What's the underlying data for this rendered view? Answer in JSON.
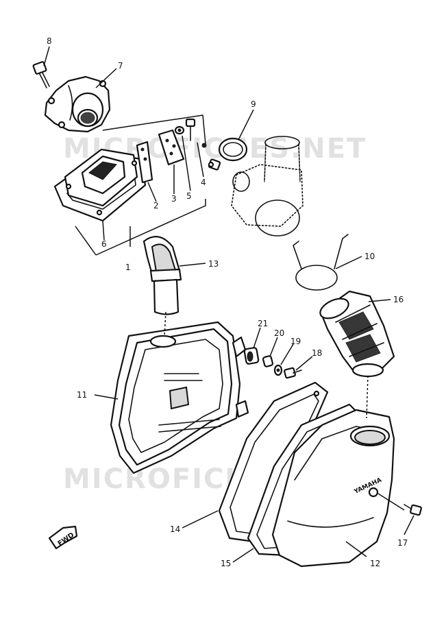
{
  "watermarks": [
    "MICROFICHES.NET",
    "MICROFICHES.NET"
  ],
  "callouts": [
    {
      "id": "1",
      "label": "1"
    },
    {
      "id": "2",
      "label": "2"
    },
    {
      "id": "3",
      "label": "3"
    },
    {
      "id": "4",
      "label": "4"
    },
    {
      "id": "5",
      "label": "5"
    },
    {
      "id": "6",
      "label": "6"
    },
    {
      "id": "7",
      "label": "7"
    },
    {
      "id": "8",
      "label": "8"
    },
    {
      "id": "9",
      "label": "9"
    },
    {
      "id": "10",
      "label": "10"
    },
    {
      "id": "11",
      "label": "11"
    },
    {
      "id": "12",
      "label": "12"
    },
    {
      "id": "13",
      "label": "13"
    },
    {
      "id": "14",
      "label": "14"
    },
    {
      "id": "15",
      "label": "15"
    },
    {
      "id": "16",
      "label": "16"
    },
    {
      "id": "17",
      "label": "17"
    },
    {
      "id": "18",
      "label": "18"
    },
    {
      "id": "19",
      "label": "19"
    },
    {
      "id": "20",
      "label": "20"
    },
    {
      "id": "21",
      "label": "21"
    }
  ],
  "fwd_label": "FWD",
  "brand_label": "YAMAHA"
}
